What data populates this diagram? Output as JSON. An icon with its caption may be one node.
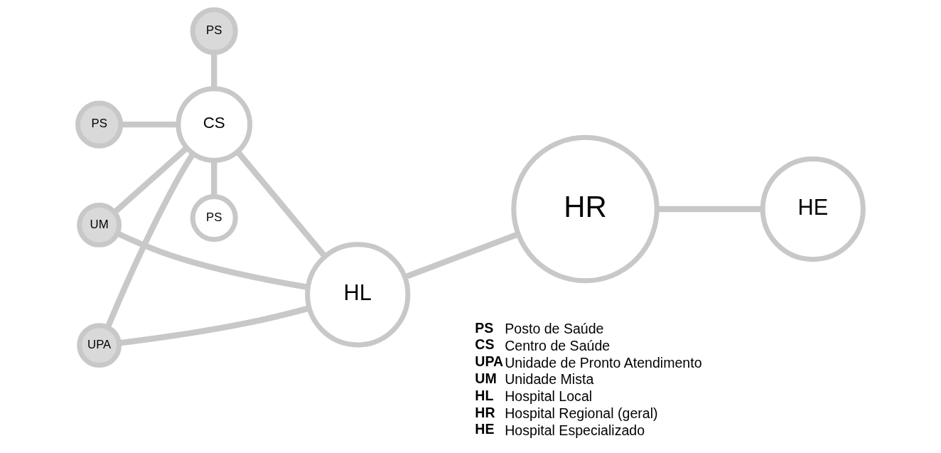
{
  "diagram": {
    "nodes": [
      {
        "text": [
          "PS"
        ]
      },
      {
        "text": [
          "PS"
        ]
      },
      {
        "text": [
          "CS"
        ]
      },
      {
        "text": [
          "UPA"
        ]
      },
      {
        "text": [
          "UM"
        ]
      },
      {
        "text": [
          "HL"
        ]
      },
      {
        "text": [
          "HR"
        ]
      },
      {
        "text": [
          "HE"
        ]
      },
      {
        "text": [
          "PS"
        ]
      }
    ],
    "edges": [
      {
        "from": 0,
        "to": 2,
        "arrow": "none"
      },
      {
        "from": 1,
        "to": 2,
        "arrow": "none"
      },
      {
        "from": 2,
        "to": 8,
        "arrow": "none"
      },
      {
        "from": 2,
        "to": 5,
        "arrow": "none"
      },
      {
        "from": 3,
        "to": 2,
        "arrow": "none"
      },
      {
        "from": 3,
        "to": 5,
        "arrow": "none"
      },
      {
        "from": 4,
        "to": 2,
        "arrow": "none"
      },
      {
        "from": 4,
        "to": 5,
        "arrow": "none"
      },
      {
        "from": 5,
        "to": 6,
        "arrow": "none"
      },
      {
        "from": 6,
        "to": 7,
        "arrow": "none"
      }
    ],
    "labels": [
      "PS",
      "Posto de Saúde",
      "CS",
      "Centro de Saúde",
      "UPA",
      "Unidade de Pronto Atendimento",
      "UM",
      "Unidade Mista",
      "HL",
      "Hospital Local",
      "HR",
      "Hospital Regional (geral)",
      "HE",
      "Hospital Especializado"
    ]
  }
}
